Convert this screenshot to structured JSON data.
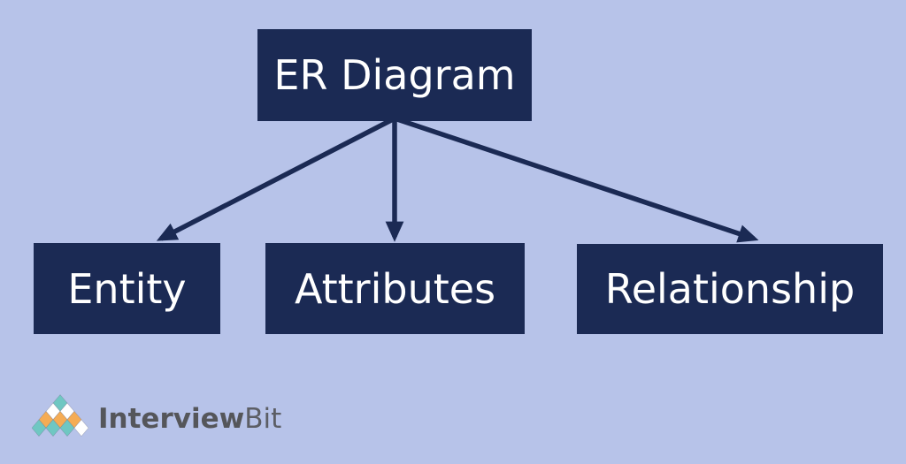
{
  "colors": {
    "background": "#B7C3E9",
    "node": "#1B2A54",
    "node_text": "#FFFFFF",
    "arrow": "#1B2A54"
  },
  "diagram": {
    "root": {
      "id": "er-diagram",
      "label": "ER Diagram"
    },
    "children": [
      {
        "id": "entity",
        "label": "Entity"
      },
      {
        "id": "attributes",
        "label": "Attributes"
      },
      {
        "id": "relationship",
        "label": "Relationship"
      }
    ],
    "edges": [
      {
        "from": "er-diagram",
        "to": "entity"
      },
      {
        "from": "er-diagram",
        "to": "attributes"
      },
      {
        "from": "er-diagram",
        "to": "relationship"
      }
    ]
  },
  "logo": {
    "brand_bold": "Interview",
    "brand_light": "Bit",
    "text_color": "#55565A",
    "pyramid": {
      "palette": {
        "teal": "#6FC7C2",
        "orange": "#F5AC54",
        "white": "#FFFFFF"
      },
      "rows": [
        [
          "teal"
        ],
        [
          "white",
          "white"
        ],
        [
          "orange",
          "orange",
          "orange"
        ],
        [
          "teal",
          "teal",
          "teal",
          "white"
        ]
      ]
    }
  }
}
